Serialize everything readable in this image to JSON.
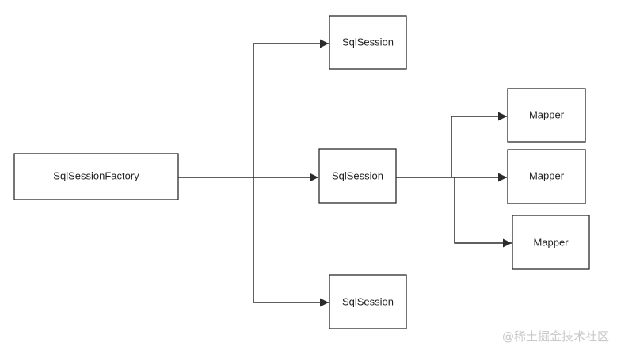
{
  "diagram": {
    "nodes": {
      "factory": "SqlSessionFactory",
      "session_top": "SqlSession",
      "session_middle": "SqlSession",
      "session_bottom": "SqlSession",
      "mapper_1": "Mapper",
      "mapper_2": "Mapper",
      "mapper_3": "Mapper"
    },
    "colors": {
      "stroke": "#2b2b2b",
      "box_fill": "#ffffff",
      "watermark": "#c9c9c9"
    }
  },
  "watermark": "@稀土掘金技术社区"
}
